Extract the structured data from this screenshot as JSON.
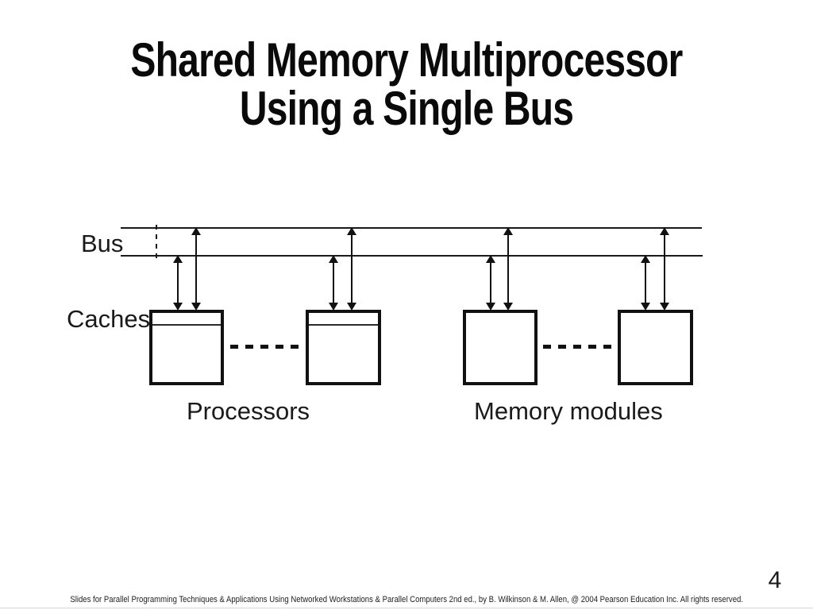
{
  "slide": {
    "title": {
      "line1": "Shared Memory Multiprocessor",
      "line2": "Using a Single Bus"
    },
    "page_number": "4",
    "footer_credit": "Slides for Parallel Programming Techniques & Applications Using Networked Workstations & Parallel Computers 2nd ed., by B. Wilkinson & M. Allen, @ 2004 Pearson Education Inc. All rights reserved."
  },
  "diagram": {
    "type": "block-diagram",
    "labels": {
      "bus": "Bus",
      "caches": "Caches",
      "processors": "Processors",
      "memory_modules": "Memory modules"
    },
    "processor_boxes_shown": 2,
    "memory_module_boxes_shown": 2,
    "colors": {
      "ink": "#111111",
      "background": "#ffffff"
    }
  }
}
